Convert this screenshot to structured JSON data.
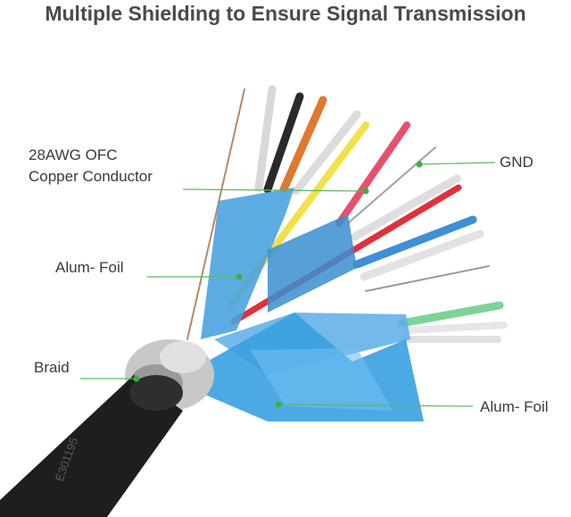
{
  "title": "Multiple Shielding to Ensure Signal Transmission",
  "labels": {
    "conductor_line1": "28AWG OFC",
    "conductor_line2": "Copper Conductor",
    "gnd": "GND",
    "alum_foil_left": "Alum- Foil",
    "braid": "Braid",
    "alum_foil_right": "Alum- Foil"
  },
  "jacket_text": "E301195",
  "colors": {
    "callout_line": "#5cb85c",
    "callout_dot": "#3fae49",
    "foil_blue": "#3aa0e0",
    "jacket": "#1e1e1e"
  }
}
